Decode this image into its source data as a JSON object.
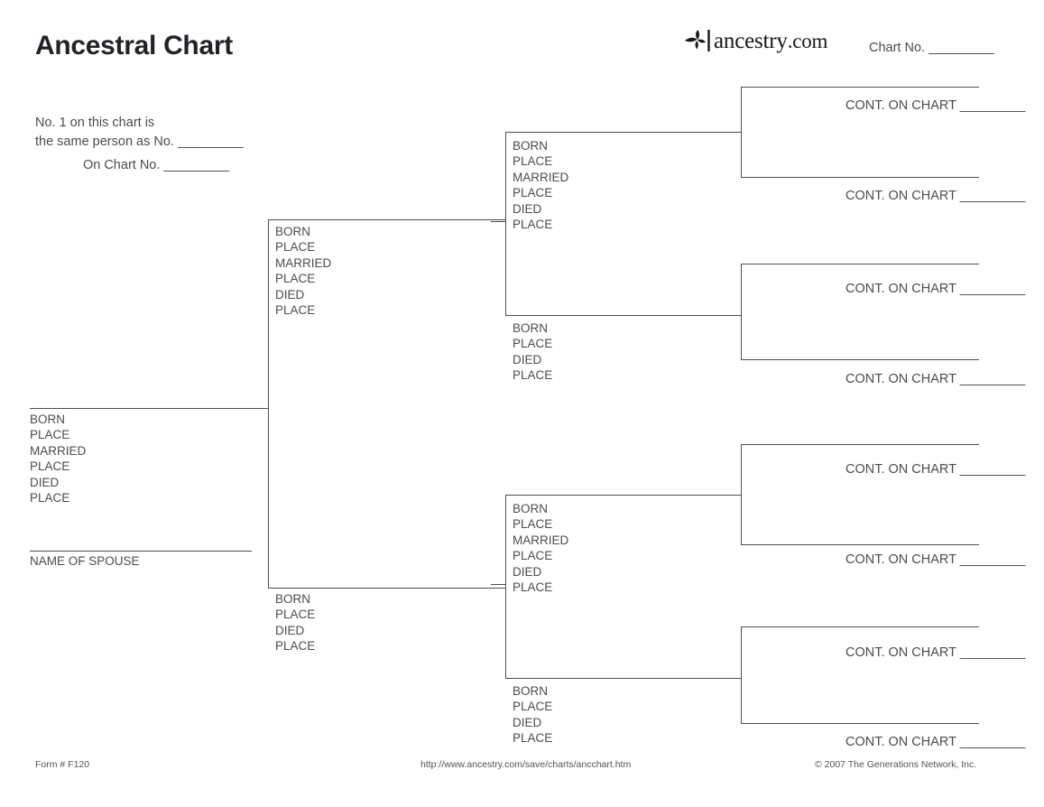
{
  "header": {
    "title": "Ancestral Chart",
    "brand_name": "ancestry",
    "brand_tld": ".com",
    "brand_icon": "ancestry-leaf-icon",
    "chart_no_label": "Chart No. _________"
  },
  "note": {
    "line1": "No. 1 on this chart is",
    "line2": "the same person as No. _________",
    "line3": "On Chart No. _________"
  },
  "facts": {
    "full": [
      "BORN",
      "PLACE",
      "MARRIED",
      "PLACE",
      "DIED",
      "PLACE"
    ],
    "short": [
      "BORN",
      "PLACE",
      "DIED",
      "PLACE"
    ]
  },
  "labels": {
    "name_of_spouse": "NAME OF SPOUSE",
    "cont_on_chart": "CONT. ON CHART _________"
  },
  "persons": [
    {
      "id": "person-1",
      "generation": 1,
      "role": "self",
      "facts": "full"
    },
    {
      "id": "person-2",
      "generation": 2,
      "role": "father",
      "facts": "full"
    },
    {
      "id": "person-3",
      "generation": 2,
      "role": "mother",
      "facts": "short"
    },
    {
      "id": "person-4",
      "generation": 3,
      "role": "father",
      "facts": "full"
    },
    {
      "id": "person-5",
      "generation": 3,
      "role": "mother",
      "facts": "short"
    },
    {
      "id": "person-6",
      "generation": 3,
      "role": "father",
      "facts": "full"
    },
    {
      "id": "person-7",
      "generation": 3,
      "role": "mother",
      "facts": "short"
    }
  ],
  "cont_slots": [
    {
      "id": "cont-8",
      "generation": 4
    },
    {
      "id": "cont-9",
      "generation": 4
    },
    {
      "id": "cont-10",
      "generation": 4
    },
    {
      "id": "cont-11",
      "generation": 4
    },
    {
      "id": "cont-12",
      "generation": 4
    },
    {
      "id": "cont-13",
      "generation": 4
    },
    {
      "id": "cont-14",
      "generation": 4
    },
    {
      "id": "cont-15",
      "generation": 4
    }
  ],
  "footer": {
    "form_no": "Form # F120",
    "url": "http://www.ancestry.com/save/charts/ancchart.htm",
    "copyright": "© 2007 The Generations Network, Inc."
  },
  "colors": {
    "ink": "#4b4b53",
    "title_ink": "#22222a",
    "rule": "#4d4d55",
    "paper": "#ffffff"
  }
}
